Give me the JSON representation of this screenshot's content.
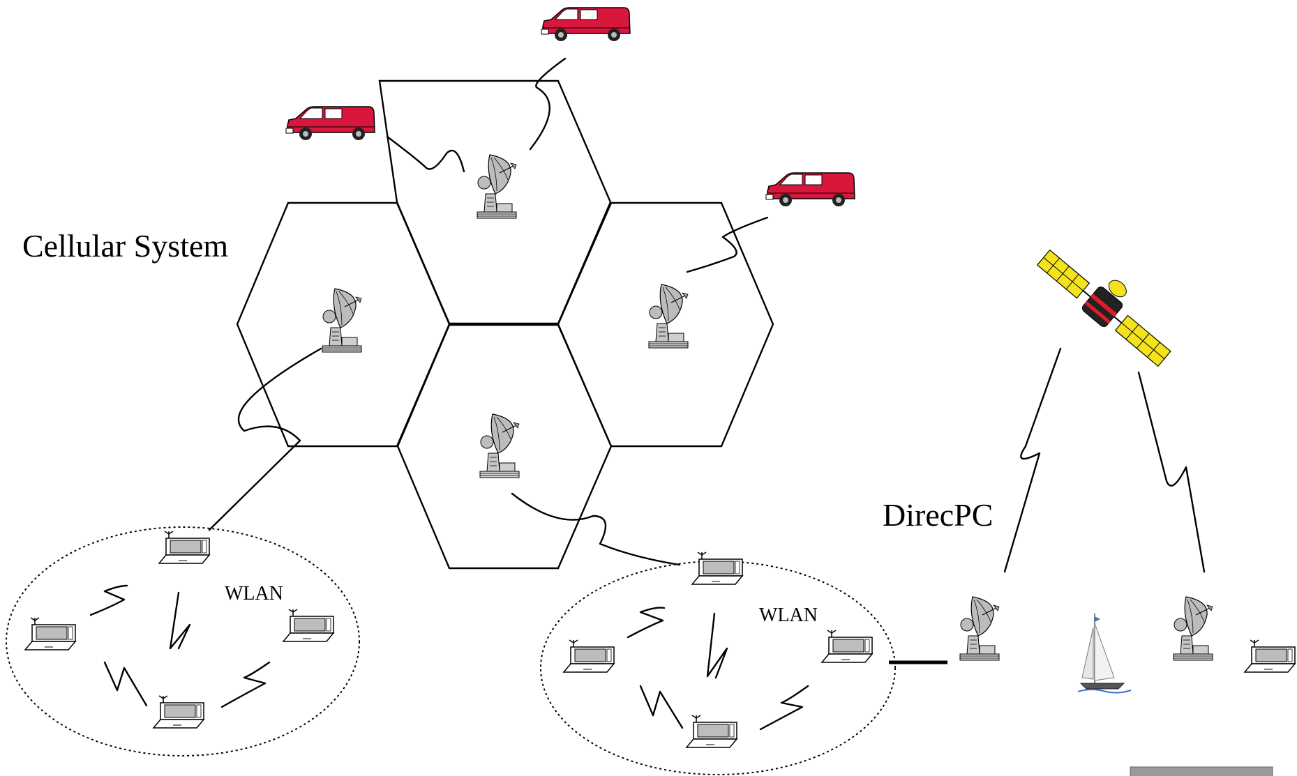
{
  "labels": {
    "cellular": "Cellular System",
    "wlan_left": "WLAN",
    "wlan_right": "WLAN",
    "direcpc": "DirecPC"
  },
  "colors": {
    "van": "#d9163b",
    "satellite_panel": "#f4e21c",
    "satellite_stripe": "#e4192a",
    "dish": "#b8b8b8"
  },
  "icons": [
    "van-icon",
    "dish-antenna-icon",
    "laptop-icon",
    "satellite-icon",
    "sailboat-icon"
  ]
}
